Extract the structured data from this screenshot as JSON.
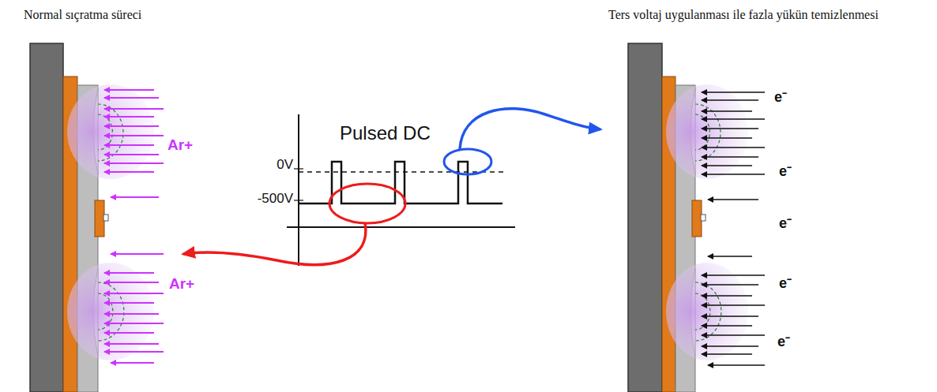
{
  "diagram": {
    "labels": [
      "Normal sıçratma süreci",
      "Ters voltaj uygulanması ile fazla yükün temizlenmesi",
      "Pulsed DC",
      "0V",
      "-500V",
      "Ar+",
      "Ar+",
      "e⁻",
      "e⁻",
      "e⁻",
      "e⁻",
      "e⁻"
    ]
  }
}
